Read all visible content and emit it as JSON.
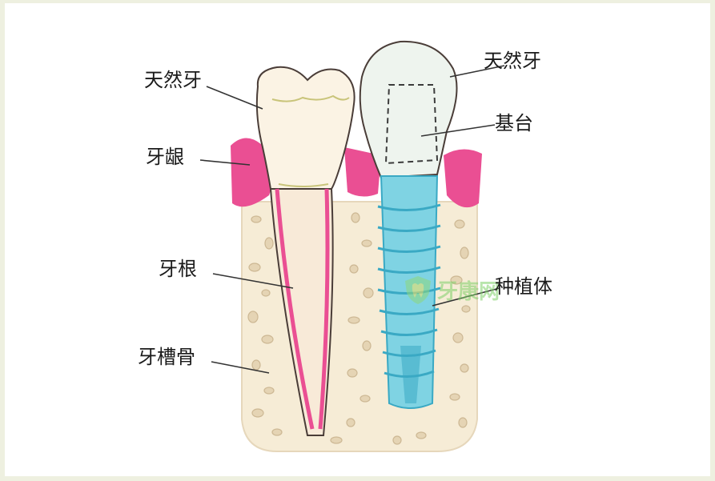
{
  "labels": {
    "natural_tooth_left": "天然牙",
    "gum": "牙龈",
    "root": "牙根",
    "alveolar_bone": "牙槽骨",
    "natural_tooth_right": "天然牙",
    "abutment": "基台",
    "implant": "种植体"
  },
  "watermark": {
    "text": "牙康网"
  },
  "colors": {
    "gum": "#ea4f93",
    "bone": "#f6ecd6",
    "bone_dots": "#e2d2b6",
    "tooth": "#fbf3e4",
    "implant": "#7fd3e3",
    "implant_dark": "#3aa9c4",
    "outline": "#4a3d38"
  }
}
